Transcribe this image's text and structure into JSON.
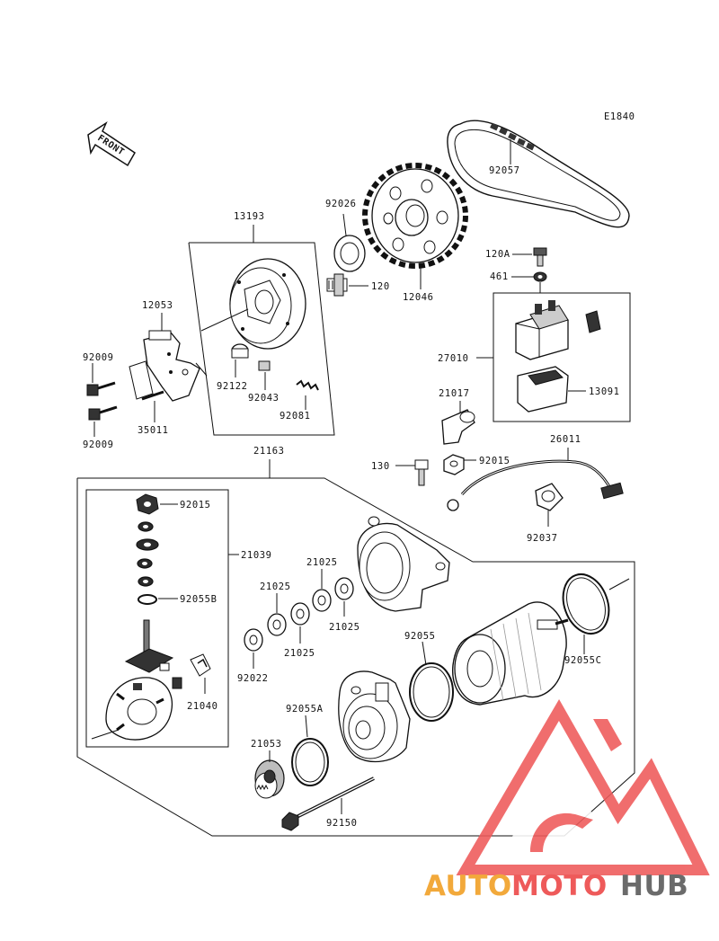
{
  "diagram": {
    "code": "E1840",
    "front_arrow": "FRONT",
    "part_labels": {
      "p92057": "92057",
      "p92026": "92026",
      "p13193": "13193",
      "p120": "120",
      "p12046": "12046",
      "p120A": "120A",
      "p461": "461",
      "p12053": "12053",
      "p92009a": "92009",
      "p92009b": "92009",
      "p35011": "35011",
      "p92122": "92122",
      "p92043": "92043",
      "p92081": "92081",
      "p27010": "27010",
      "p13091": "13091",
      "p21017": "21017",
      "p130": "130",
      "p92015a": "92015",
      "p26011": "26011",
      "p21163": "21163",
      "p92037": "92037",
      "p92015b": "92015",
      "p21039": "21039",
      "p92055B": "92055B",
      "p21025a": "21025",
      "p21025b": "21025",
      "p21025c": "21025",
      "p21025d": "21025",
      "p92022": "92022",
      "p21040": "21040",
      "p92055": "92055",
      "p92055C": "92055C",
      "p92055A": "92055A",
      "p21053": "21053",
      "p92150": "92150"
    }
  },
  "watermark": {
    "text_auto": "AUTO",
    "text_moto": "MOTO",
    "text_hub": "HUB",
    "color_orange": "#f2a93b",
    "color_red": "#ee5a5a",
    "color_gray": "#6b6b6b"
  }
}
